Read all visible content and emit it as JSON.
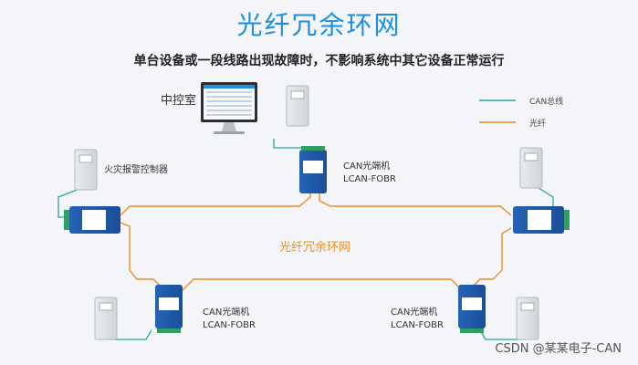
{
  "title": "光纤冗余环网",
  "subtitle": "单台设备或一段线路出现故障时，不影响系统中其它设备正常运行",
  "labels": {
    "control_room": "中控室",
    "fire_controller": "火灾报警控制器",
    "ring": "光纤冗余环网",
    "converter_name": "CAN光端机",
    "converter_model": "LCAN-FOBR"
  },
  "legend": {
    "can": "CAN总线",
    "fiber": "光纤"
  },
  "colors": {
    "can": "#2aa8a0",
    "fiber": "#f08c23",
    "title": "#1e8fe0"
  },
  "watermark": "CSDN @某某电子-CAN"
}
